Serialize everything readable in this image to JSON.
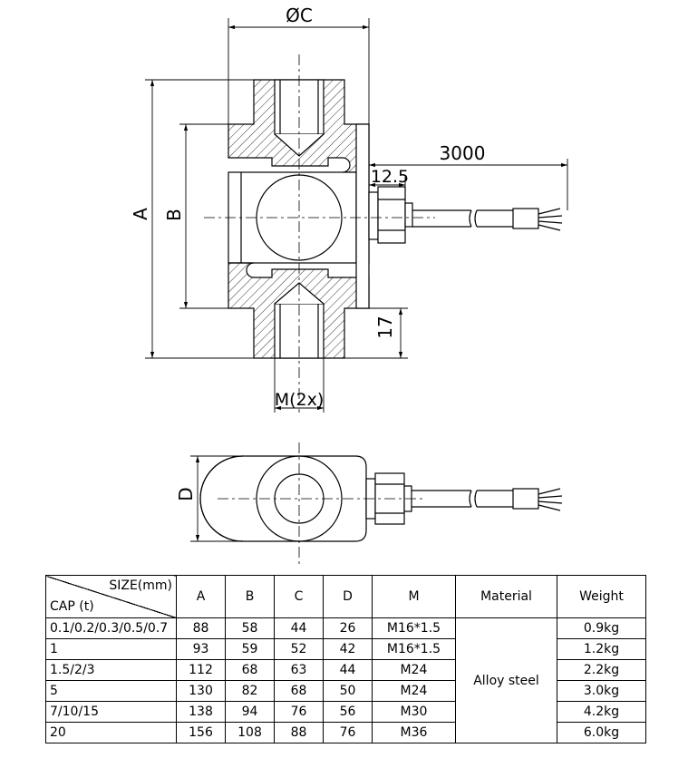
{
  "drawing": {
    "dim_c": "ØC",
    "dim_a": "A",
    "dim_b": "B",
    "dim_cable": "3000",
    "dim_gland": "12.5",
    "dim_depth": "17",
    "dim_thread": "M(2x)",
    "dim_d": "D"
  },
  "table": {
    "header_size": "SIZE(mm)",
    "header_cap": "CAP (t)",
    "columns": [
      "A",
      "B",
      "C",
      "D",
      "M",
      "Material",
      "Weight"
    ],
    "material": "Alloy steel",
    "rows": [
      {
        "cap": "0.1/0.2/0.3/0.5/0.7",
        "a": "88",
        "b": "58",
        "c": "44",
        "d": "26",
        "m": "M16*1.5",
        "weight": "0.9kg"
      },
      {
        "cap": "1",
        "a": "93",
        "b": "59",
        "c": "52",
        "d": "42",
        "m": "M16*1.5",
        "weight": "1.2kg"
      },
      {
        "cap": "1.5/2/3",
        "a": "112",
        "b": "68",
        "c": "63",
        "d": "44",
        "m": "M24",
        "weight": "2.2kg"
      },
      {
        "cap": "5",
        "a": "130",
        "b": "82",
        "c": "68",
        "d": "50",
        "m": "M24",
        "weight": "3.0kg"
      },
      {
        "cap": "7/10/15",
        "a": "138",
        "b": "94",
        "c": "76",
        "d": "56",
        "m": "M30",
        "weight": "4.2kg"
      },
      {
        "cap": "20",
        "a": "156",
        "b": "108",
        "c": "88",
        "d": "76",
        "m": "M36",
        "weight": "6.0kg"
      }
    ]
  }
}
